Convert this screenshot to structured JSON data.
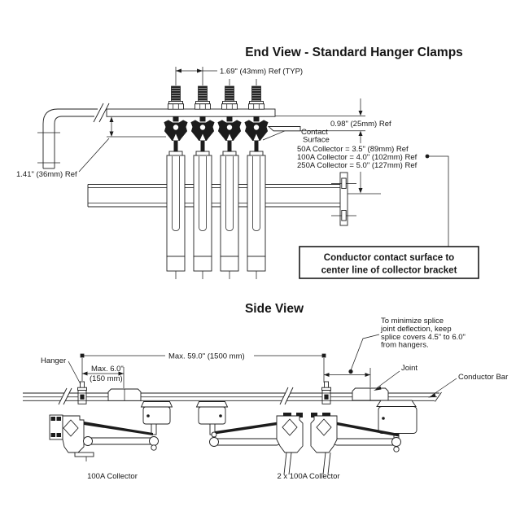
{
  "end_view": {
    "title": "End View - Standard Hanger Clamps",
    "dim_spacing": "1.69\" (43mm) Ref (TYP)",
    "dim_offset": "0.98\" (25mm) Ref",
    "contact_lines": [
      "Contact",
      "Surface"
    ],
    "collector_refs": [
      "50A Collector = 3.5\" (89mm) Ref",
      "100A Collector = 4.0\" (102mm) Ref",
      "250A Collector = 5.0\" (127mm) Ref"
    ],
    "dim_left": "1.41\" (36mm) Ref",
    "callout_lines": [
      "Conductor contact surface to",
      "center line of collector bracket"
    ]
  },
  "side_view": {
    "title": "Side View",
    "note_lines": [
      "To minimize splice",
      "joint deflection, keep",
      "splice covers 4.5\" to 6.0\"",
      "from hangers."
    ],
    "labels": {
      "hanger": "Hanger",
      "joint": "Joint",
      "conductor_bar": "Conductor Bar"
    },
    "dim_span": "Max. 59.0\" (1500 mm)",
    "dim_hanger_lines": [
      "Max. 6.0\"",
      "(150 mm)"
    ],
    "captions": {
      "left": "100A Collector",
      "right": "2 x 100A Collector"
    }
  },
  "colors": {
    "line": "#1f1f1f",
    "background": "#ffffff"
  }
}
